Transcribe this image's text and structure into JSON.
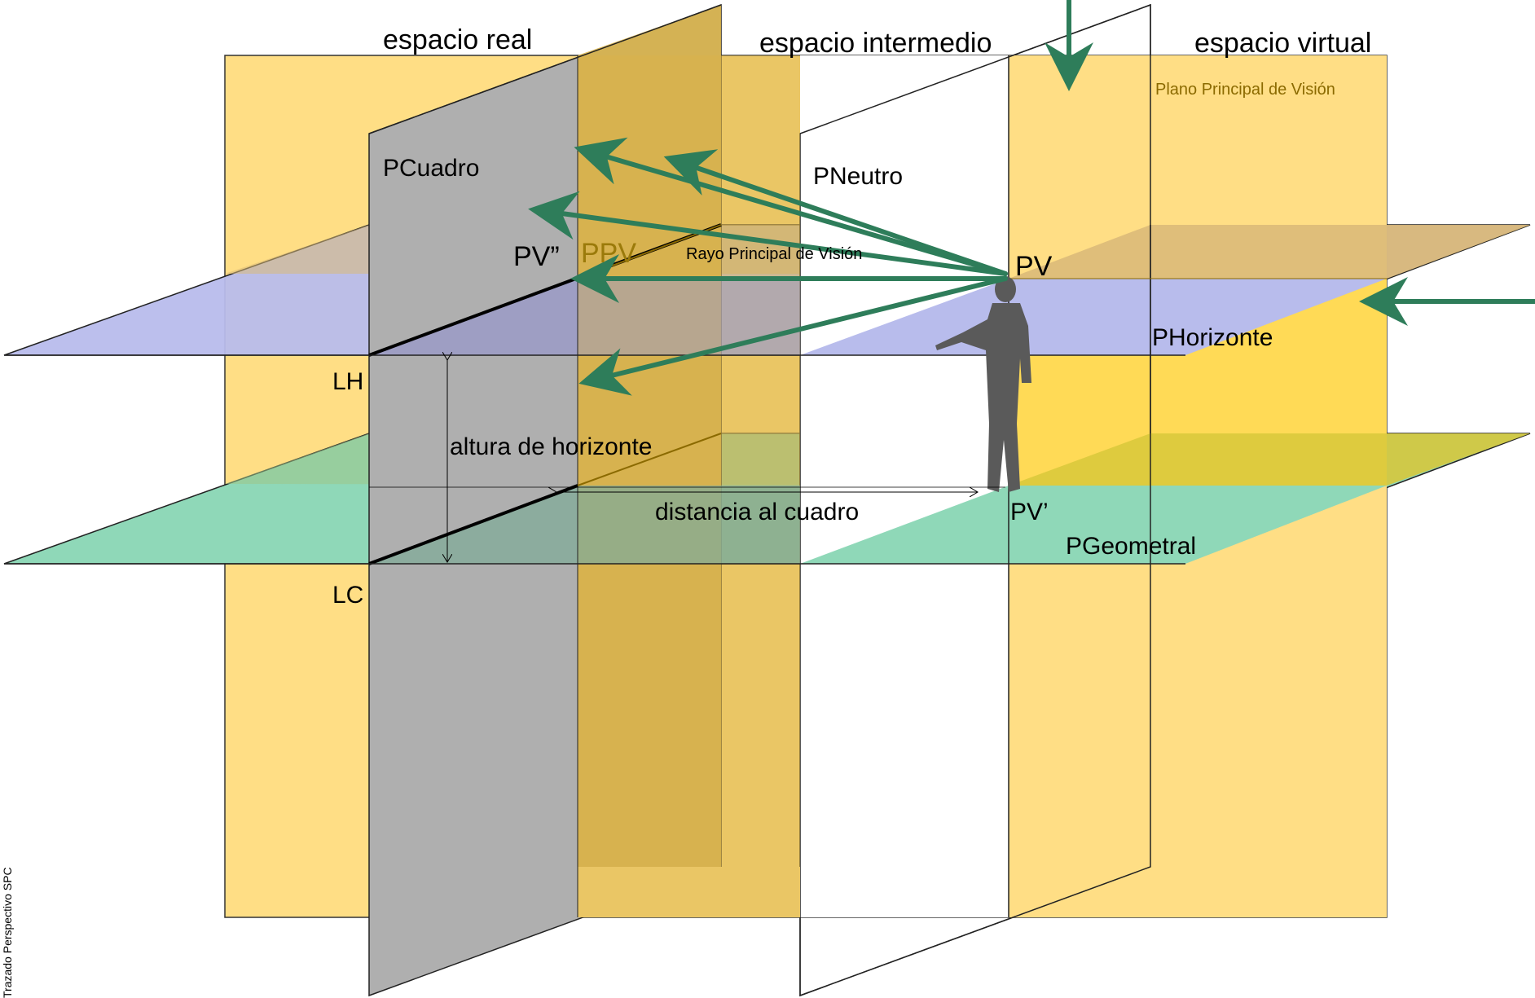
{
  "diagram": {
    "titles": {
      "real": "espacio real",
      "intermediate": "espacio intermedio",
      "virtual": "espacio virtual"
    },
    "planes": {
      "principal_vision": "Plano Principal de Visión",
      "cuadro": "PCuadro",
      "neutro": "PNeutro",
      "horizonte": "PHorizonte",
      "geometral": "PGeometral"
    },
    "points": {
      "pv": "PV",
      "pv_double_prime": "PV”",
      "ppv": "PPV",
      "pv_prime": "PV’"
    },
    "lines": {
      "lh": "LH",
      "lc": "LC"
    },
    "rays": {
      "principal_ray": "Rayo Principal de Visión"
    },
    "measurements": {
      "horizon_height": "altura de horizonte",
      "picture_distance": "distancia al cuadro"
    },
    "side_caption": "Trazado Perspectivo SPC",
    "colors": {
      "yellow_plane": "#FFD97A",
      "yellow_dark": "#D8B24A",
      "gray_plane": "#AFAFAF",
      "horizon_plane": "#B8BCEC",
      "geometral_plane": "#8FD8B8",
      "arrow_green": "#2E7D5A"
    }
  }
}
